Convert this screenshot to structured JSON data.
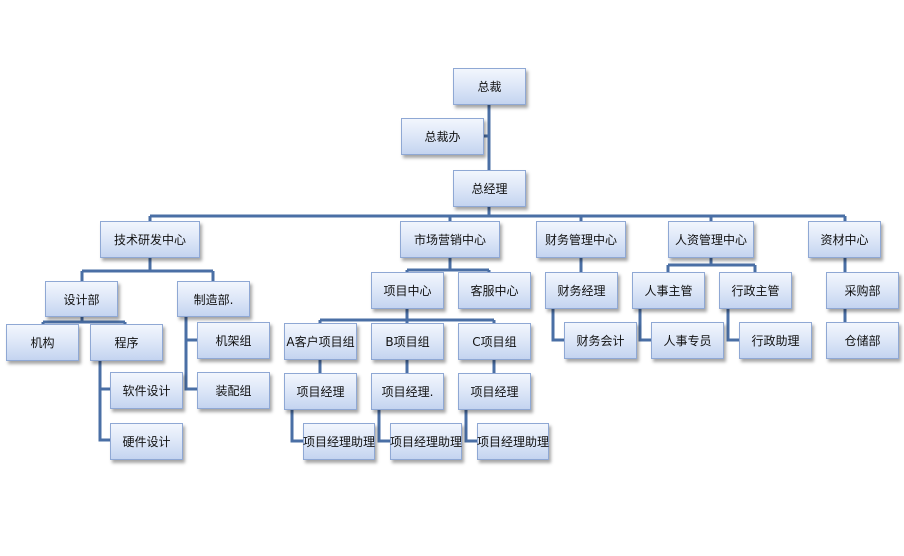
{
  "nodes": {
    "ceo": "总裁",
    "ceo_office": "总裁办",
    "gm": "总经理",
    "rd_center": "技术研发中心",
    "design_dept": "设计部",
    "mechanism": "机构",
    "program": "程序",
    "software_design": "软件设计",
    "hardware_design": "硬件设计",
    "manufacturing_dept": "制造部.",
    "rack_group": "机架组",
    "assembly_group": "装配组",
    "marketing_center": "市场营销中心",
    "project_center": "项目中心",
    "customer_service_center": "客服中心",
    "a_group": "A客户项目组",
    "b_group": "B项目组",
    "c_group": "C项目组",
    "a_pm": "项目经理",
    "b_pm": "项目经理.",
    "c_pm": "项目经理",
    "a_pm_assistant": "项目经理助理",
    "b_pm_assistant": "项目经理助理",
    "c_pm_assistant": "项目经理助理",
    "finance_center": "财务管理中心",
    "finance_manager": "财务经理",
    "accountant": "财务会计",
    "hr_center": "人资管理中心",
    "hr_supervisor": "人事主管",
    "hr_specialist": "人事专员",
    "admin_supervisor": "行政主管",
    "admin_assistant": "行政助理",
    "materials_center": "资材中心",
    "purchasing_dept": "采购部",
    "warehouse_dept": "仓储部"
  },
  "colors": {
    "connector": "#4a6fa5",
    "box_border": "#8fa8d4",
    "box_fill_top": "#f2f6fd",
    "box_fill_bottom": "#c4d4f0"
  }
}
